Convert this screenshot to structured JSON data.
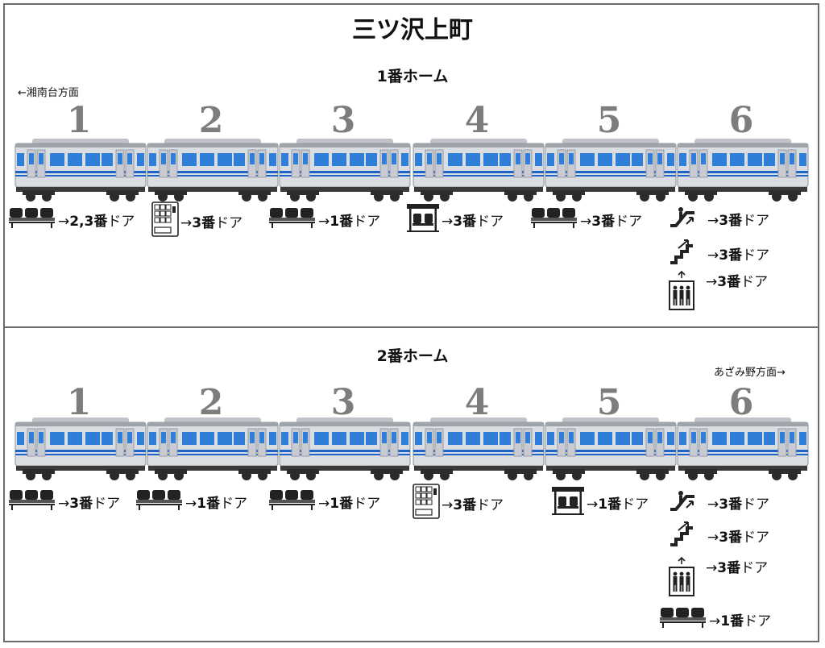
{
  "station": {
    "name": "三ツ沢上町"
  },
  "platforms": [
    {
      "title": "1番ホーム",
      "direction": "←湘南台方面",
      "cars": [
        "1",
        "2",
        "3",
        "4",
        "5",
        "6"
      ],
      "facilities": [
        {
          "car": 1,
          "icon": "bench-icon",
          "arrow": "→",
          "door": "2,3番",
          "suffix": "ドア"
        },
        {
          "car": 2,
          "icon": "vending-machine-icon",
          "arrow": "→",
          "door": "3番",
          "suffix": "ドア"
        },
        {
          "car": 3,
          "icon": "bench-icon",
          "arrow": "→",
          "door": "1番",
          "suffix": "ドア"
        },
        {
          "car": 4,
          "icon": "waiting-room-icon",
          "arrow": "→",
          "door": "3番",
          "suffix": "ドア"
        },
        {
          "car": 5,
          "icon": "bench-icon",
          "arrow": "→",
          "door": "3番",
          "suffix": "ドア"
        },
        {
          "car": 6,
          "icon": "escalator-icon",
          "arrow": "→",
          "door": "3番",
          "suffix": "ドア"
        },
        {
          "car": 6,
          "icon": "stairs-icon",
          "arrow": "→",
          "door": "3番",
          "suffix": "ドア"
        },
        {
          "car": 6,
          "icon": "elevator-icon",
          "arrow": "→",
          "door": "3番",
          "suffix": "ドア"
        }
      ]
    },
    {
      "title": "2番ホーム",
      "direction": "あざみ野方面→",
      "cars": [
        "1",
        "2",
        "3",
        "4",
        "5",
        "6"
      ],
      "facilities": [
        {
          "car": 1,
          "icon": "bench-icon",
          "arrow": "→",
          "door": "3番",
          "suffix": "ドア"
        },
        {
          "car": 2,
          "icon": "bench-icon",
          "arrow": "→",
          "door": "1番",
          "suffix": "ドア"
        },
        {
          "car": 3,
          "icon": "bench-icon",
          "arrow": "→",
          "door": "1番",
          "suffix": "ドア"
        },
        {
          "car": 4,
          "icon": "vending-machine-icon",
          "arrow": "→",
          "door": "3番",
          "suffix": "ドア"
        },
        {
          "car": 5,
          "icon": "waiting-room-icon",
          "arrow": "→",
          "door": "1番",
          "suffix": "ドア"
        },
        {
          "car": 6,
          "icon": "escalator-icon",
          "arrow": "→",
          "door": "3番",
          "suffix": "ドア"
        },
        {
          "car": 6,
          "icon": "stairs-icon",
          "arrow": "→",
          "door": "3番",
          "suffix": "ドア"
        },
        {
          "car": 6,
          "icon": "elevator-icon",
          "arrow": "→",
          "door": "3番",
          "suffix": "ドア"
        },
        {
          "car": 6,
          "icon": "bench-icon",
          "arrow": "→",
          "door": "1番",
          "suffix": "ドア"
        }
      ]
    }
  ],
  "colors": {
    "car_body": "#dadde2",
    "window": "#2f7fd8",
    "stripe": "#1e64c8",
    "wheel": "#2a2a2a",
    "border": "#6b6b6b",
    "number": "#7d7d7d"
  }
}
